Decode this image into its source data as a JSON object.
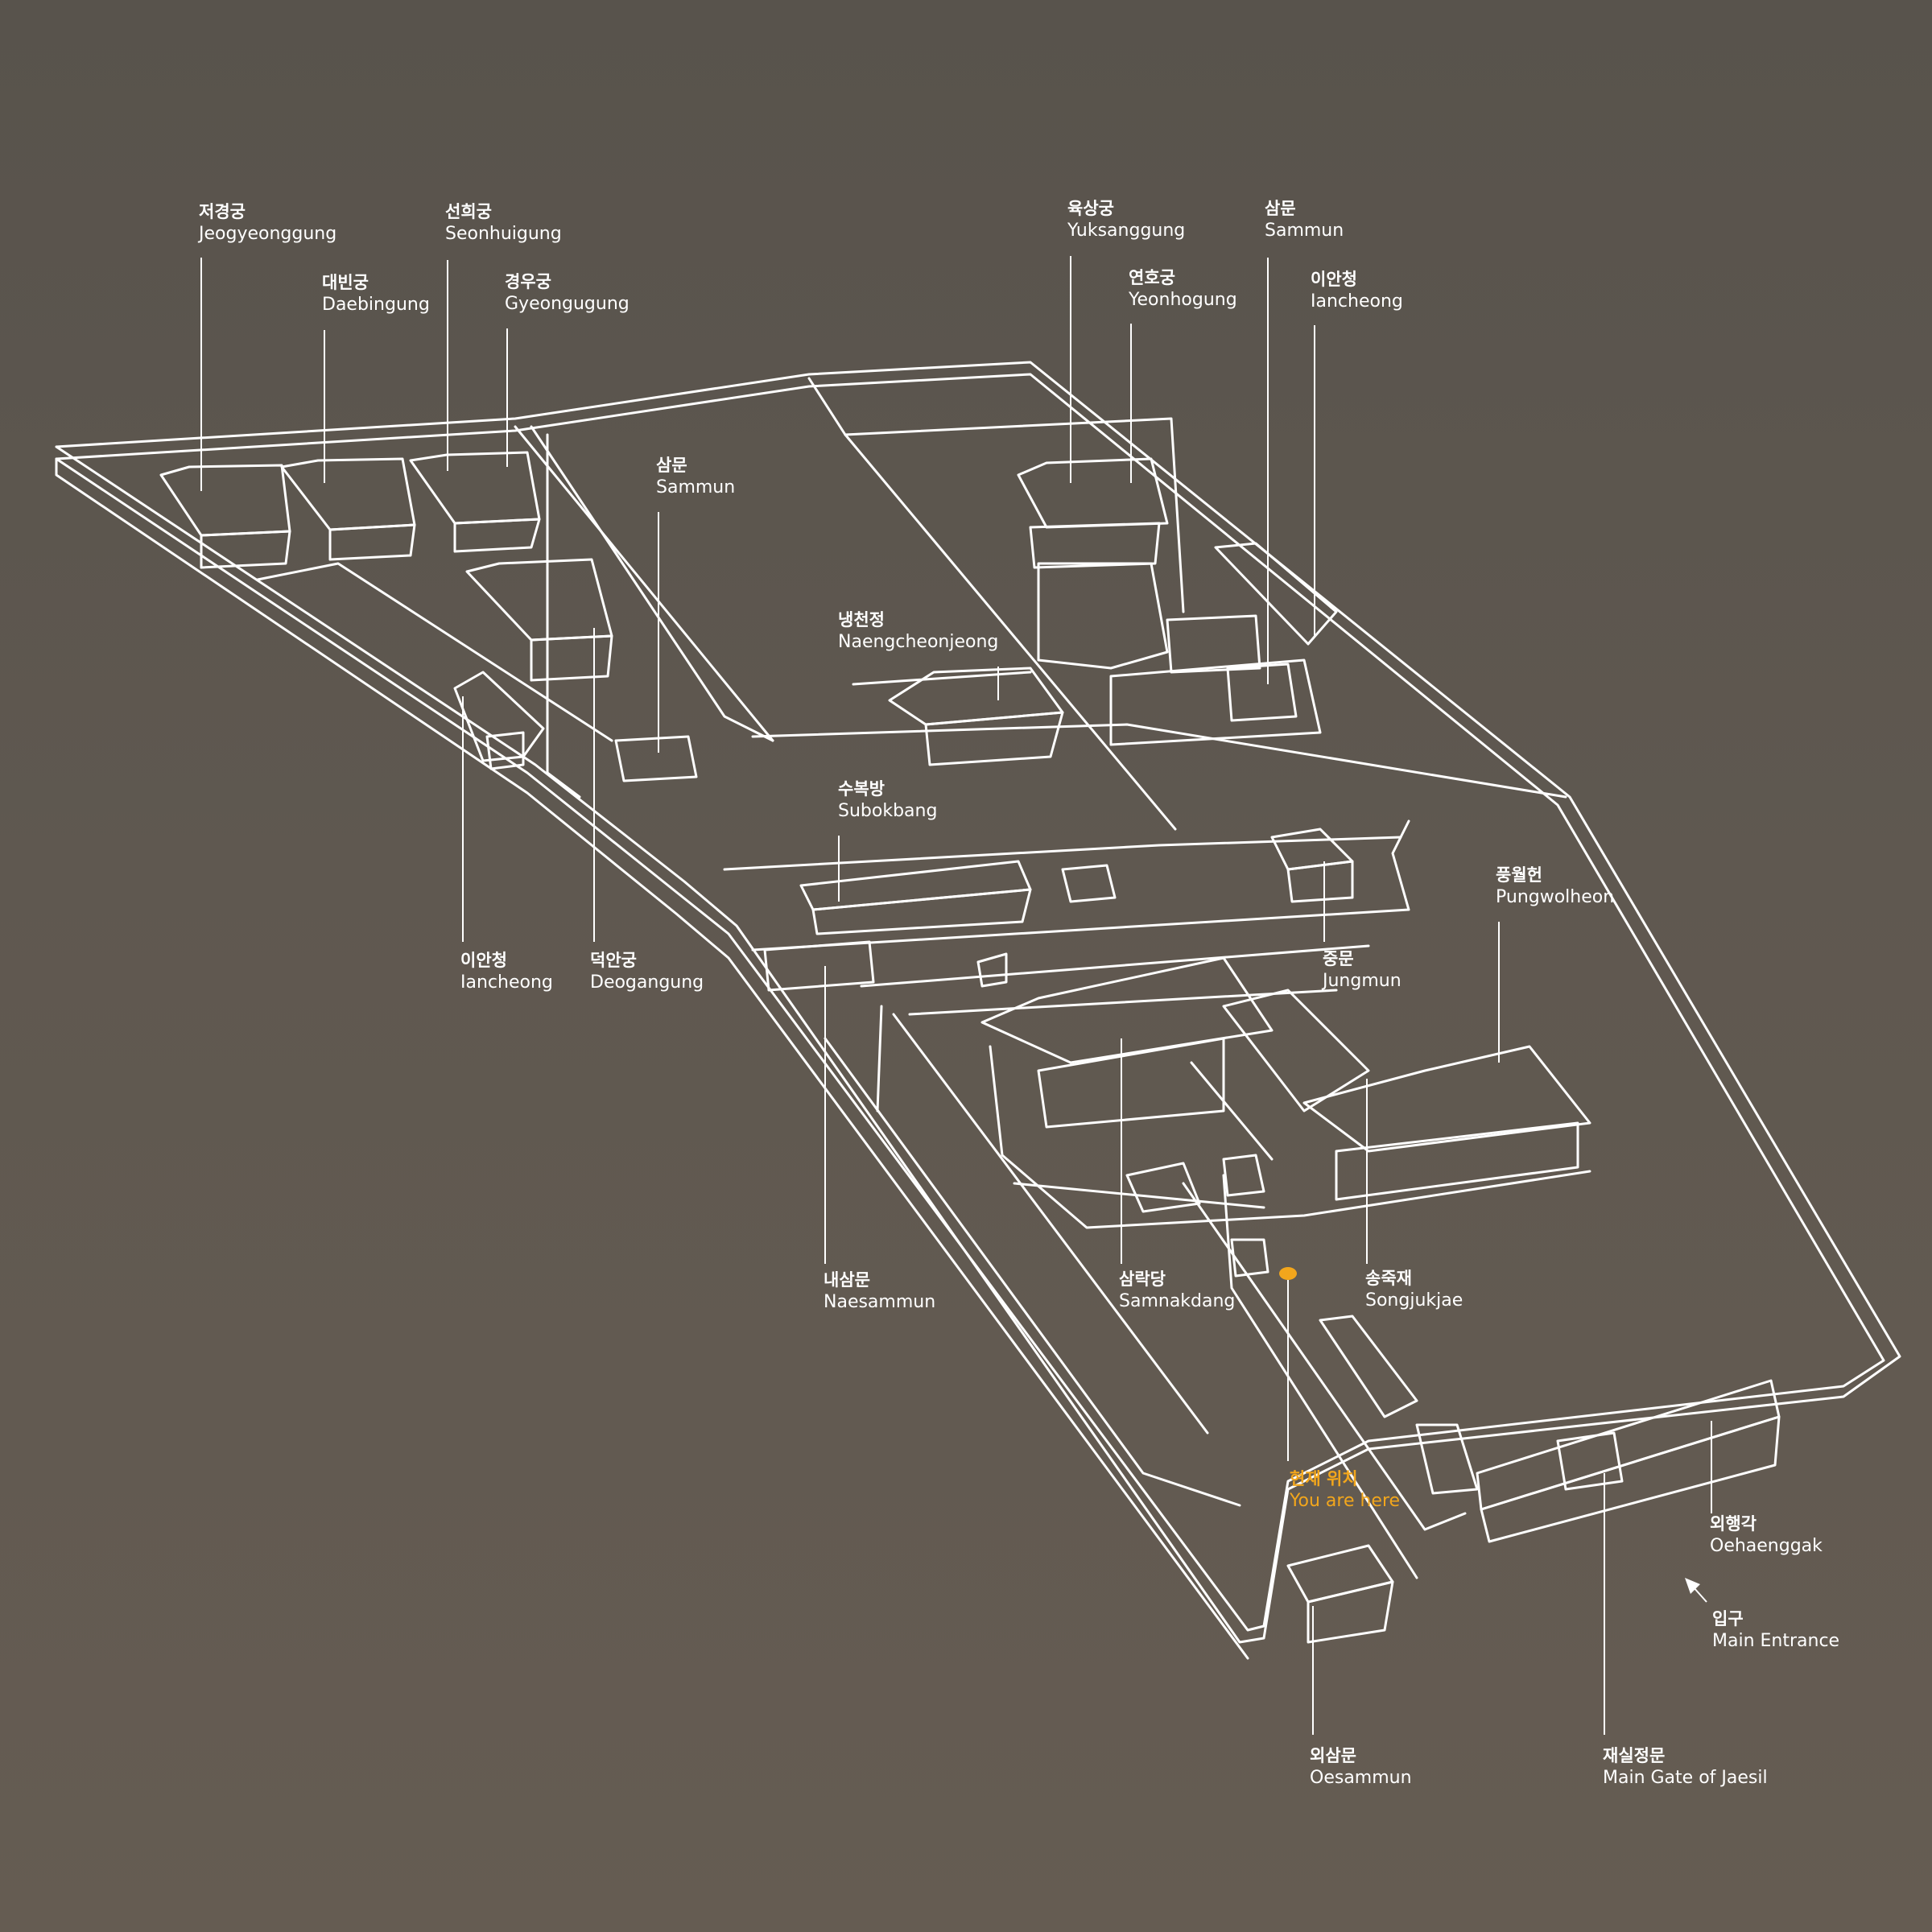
{
  "labels": {
    "jeogyeonggung": {
      "ko": "저경궁",
      "en": "Jeogyeonggung"
    },
    "daebingung": {
      "ko": "대빈궁",
      "en": "Daebingung"
    },
    "seonhuigung": {
      "ko": "선희궁",
      "en": "Seonhuigung"
    },
    "gyeongugung": {
      "ko": "경우궁",
      "en": "Gyeongugung"
    },
    "sammun_west": {
      "ko": "삼문",
      "en": "Sammun"
    },
    "yuksanggung": {
      "ko": "육상궁",
      "en": "Yuksanggung"
    },
    "yeonhogung": {
      "ko": "연호궁",
      "en": "Yeonhogung"
    },
    "sammun_east": {
      "ko": "삼문",
      "en": "Sammun"
    },
    "iancheong_east": {
      "ko": "이안청",
      "en": "Iancheong"
    },
    "naengcheonjeong": {
      "ko": "냉천정",
      "en": "Naengcheonjeong"
    },
    "subokbang": {
      "ko": "수복방",
      "en": "Subokbang"
    },
    "iancheong_west": {
      "ko": "이안청",
      "en": "Iancheong"
    },
    "deogangung": {
      "ko": "덕안궁",
      "en": "Deogangung"
    },
    "jungmun": {
      "ko": "중문",
      "en": "Jungmun"
    },
    "pungwolheon": {
      "ko": "풍월헌",
      "en": "Pungwolheon"
    },
    "naesammun": {
      "ko": "내삼문",
      "en": "Naesammun"
    },
    "samnakdang": {
      "ko": "삼락당",
      "en": "Samnakdang"
    },
    "songjukjae": {
      "ko": "송죽재",
      "en": "Songjukjae"
    },
    "you_are_here": {
      "ko": "현재 위치",
      "en": "You are here"
    },
    "oehaenggak": {
      "ko": "외행각",
      "en": "Oehaenggak"
    },
    "main_entrance": {
      "ko": "입구",
      "en": "Main Entrance"
    },
    "oesammun": {
      "ko": "외삼문",
      "en": "Oesammun"
    },
    "main_gate_jaesil": {
      "ko": "재실정문",
      "en": "Main Gate of Jaesil"
    }
  },
  "colors": {
    "background": "#5d574f",
    "line": "#ffffff",
    "highlight": "#f2a61c"
  }
}
